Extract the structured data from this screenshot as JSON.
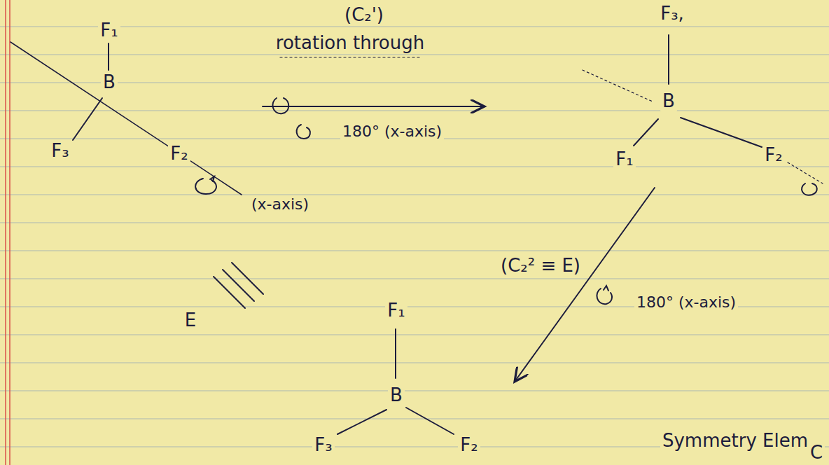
{
  "diagram": {
    "labels": [
      "F₁",
      "(C₂')",
      "F₃,",
      "rotation through",
      "B",
      "B",
      "180° (x-axis)",
      "F₃",
      "F₂",
      "F₁",
      "F₂",
      "(x-axis)",
      "(C₂² ≡ E)",
      "180° (x-axis)",
      "E",
      "F₁",
      "B",
      "Symmetry Elem",
      "F₃",
      "F₂",
      "C"
    ]
  }
}
